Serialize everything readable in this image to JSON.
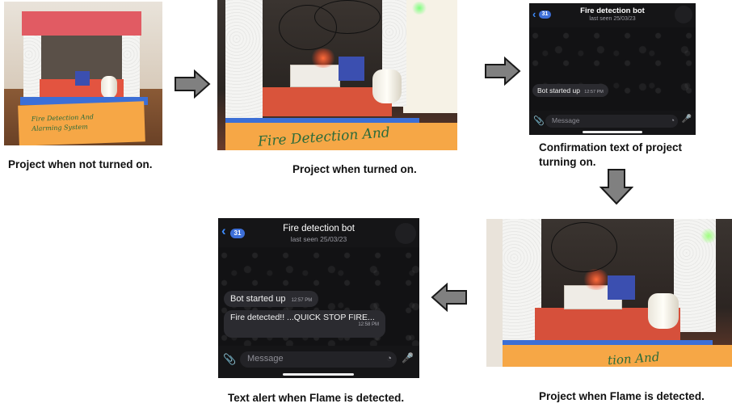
{
  "steps": [
    {
      "caption": "Project when not turned on.",
      "label": "Fire Detection And Alarming System"
    },
    {
      "caption": "Project when turned on.",
      "label": "Fire Detection And"
    },
    {
      "caption_line1": "Confirmation text of project",
      "caption_line2": "turning on."
    },
    {
      "caption": "Project when Flame is detected.",
      "label": "tion And"
    },
    {
      "caption": "Text alert when Flame is detected."
    }
  ],
  "chat_small": {
    "back_count": "31",
    "title": "Fire detection bot",
    "status": "last seen 25/03/23",
    "messages": [
      {
        "text": "Bot started up",
        "time": "12:57 PM"
      }
    ],
    "input_placeholder": "Message"
  },
  "chat_large": {
    "back_count": "31",
    "title": "Fire detection bot",
    "status": "last seen 25/03/23",
    "messages": [
      {
        "text": "Bot started up",
        "time": "12:57 PM"
      },
      {
        "text": "Fire detected!! ...QUICK STOP FIRE...",
        "time": "12:58 PM"
      }
    ],
    "input_placeholder": "Message"
  },
  "colors": {
    "arrow_fill": "#808080",
    "arrow_stroke": "#1a1a1a",
    "accent": "#3d6fd8"
  },
  "icons": [
    "arrow-right-icon",
    "arrow-down-icon",
    "arrow-left-icon",
    "chevron-left-icon",
    "paperclip-icon",
    "sticker-icon",
    "microphone-icon"
  ]
}
